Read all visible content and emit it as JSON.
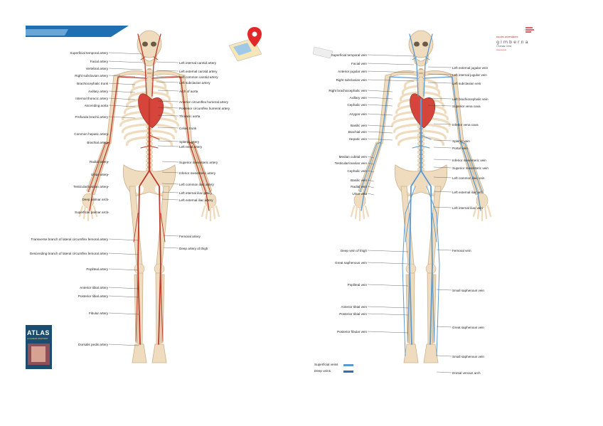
{
  "colors": {
    "bone": "#efdcbf",
    "bone_shadow": "#cbb08a",
    "artery": "#c0392b",
    "vein_superficial": "#5b9bd1",
    "vein_deep": "#2e6fb0",
    "heart": "#d6453c",
    "label_line": "#333333"
  },
  "arterial": {
    "labels_left": [
      "Superficial temporal artery",
      "Facial artery",
      "Vertebral artery",
      "Right subclavian artery",
      "Brachiocephalic trunk",
      "Axillary artery",
      "Internal thoracic artery",
      "Ascending aorta",
      "Profunda brachii artery",
      "Common hepatic artery",
      "Brachial artery",
      "Radial artery",
      "Ulnar artery",
      "Testicular/ovarian artery",
      "Deep palmar arch",
      "Superficial palmar arch",
      "Transverse branch of lateral circumflex femoral artery",
      "Descending branch of lateral circumflex femoral artery",
      "Popliteal artery",
      "Anterior tibial artery",
      "Posterior tibial artery",
      "Fibular artery",
      "Dorsalis pedis artery"
    ],
    "labels_right": [
      "Left internal carotid artery",
      "Left external carotid artery",
      "Left common carotid artery",
      "Left subclavian artery",
      "Arch of aorta",
      "Anterior circumflex humeral artery",
      "Posterior circumflex humeral artery",
      "Thoracic aorta",
      "Celiac trunk",
      "Splenic artery",
      "Left renal artery",
      "Superior mesenteric artery",
      "Inferior mesenteric artery",
      "Left common iliac artery",
      "Left internal iliac artery",
      "Left external iliac artery",
      "Femoral artery",
      "Deep artery of thigh"
    ]
  },
  "venous": {
    "labels_left": [
      "Superficial temporal vein",
      "Facial vein",
      "Anterior jugular vein",
      "Right subclavian vein",
      "Right brachiocephalic vein",
      "Axillary vein",
      "Cephalic vein",
      "Azygos vein",
      "Basilic vein",
      "Brachial vein",
      "Hepatic vein",
      "Median cubital vein",
      "Testicular/ovarian vein",
      "Cephalic vein",
      "Basilic vein",
      "Radial vein",
      "Ulnar vein",
      "Deep vein of thigh",
      "Great saphenous vein",
      "Popliteal vein",
      "Anterior tibial vein",
      "Posterior tibial vein",
      "Posterior fibular vein"
    ],
    "labels_right": [
      "Left external jugular vein",
      "Left internal jugular vein",
      "Left subclavian vein",
      "Left brachiocephalic vein",
      "Superior vena cava",
      "Inferior vena cava",
      "Splenic vein",
      "Portal vein",
      "Inferior mesenteric vein",
      "Superior mesenteric vein",
      "Left common iliac vein",
      "Left external iliac vein",
      "Left internal iliac vein",
      "Femoral vein",
      "Small saphenous vein",
      "Great saphenous vein",
      "Small saphenous vein",
      "Dorsal venous arch"
    ],
    "legend": [
      {
        "label": "Superficial veins",
        "color": "#5b9bd1"
      },
      {
        "label": "Deep veins",
        "color": "#2e6fb0"
      }
    ]
  },
  "logo": {
    "line1": "escoles universitàries",
    "line2": "gimberna",
    "line3": "i Tomàs Cerd",
    "line4": "www.eug.es"
  },
  "book": {
    "title": "ATLAS",
    "subtitle": "of HUMAN ANATOMY"
  }
}
